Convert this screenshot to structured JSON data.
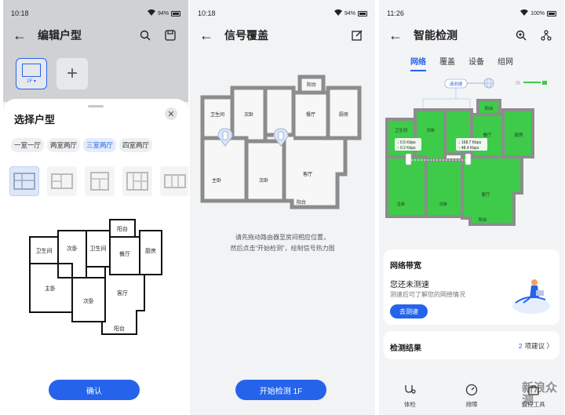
{
  "screen1": {
    "status": {
      "time": "10:18",
      "battery": "94%"
    },
    "title": "编辑户型",
    "layout_tile_label": "1F ▾",
    "sheet_title": "选择户型",
    "chips": [
      "一室一厅",
      "两室两厅",
      "三室两厅",
      "四室两厅"
    ],
    "active_chip": 2,
    "rooms": {
      "balcony_top": "阳台",
      "bath_left": "卫生间",
      "bedroom2_top": "次卧",
      "bath_mid": "卫生间",
      "dining": "餐厅",
      "kitchen": "厨房",
      "master": "主卧",
      "bedroom2_bottom": "次卧",
      "living": "客厅",
      "balcony_bottom": "阳台"
    },
    "confirm_label": "确认"
  },
  "screen2": {
    "status": {
      "time": "10:18",
      "battery": "94%"
    },
    "title": "信号覆盖",
    "rooms": {
      "balcony_top": "阳台",
      "bath": "卫生间",
      "bedroom_top": "次卧",
      "dining": "餐厅",
      "kitchen": "厨房",
      "master": "主卧",
      "bedroom_bottom": "次卧",
      "living": "客厅",
      "balcony_bottom": "阳台"
    },
    "hint_line1": "请先拖动路由器至房间相应位置，",
    "hint_line2": "然后点击“开始检测”，绘制信号热力图",
    "start_label": "开始检测 1F"
  },
  "screen3": {
    "status": {
      "time": "11:26",
      "battery": "100%"
    },
    "title": "智能检测",
    "tabs": [
      "网络",
      "覆盖",
      "设备",
      "组网"
    ],
    "active_tab": 0,
    "speed_test_bubble": "请测速",
    "router1": {
      "down": "0.5 Kbps",
      "up": "0.2 Kbps"
    },
    "router2": {
      "down": "168.7 Kbps",
      "up": "48.4 Kbps"
    },
    "rooms": {
      "balcony_top": "阳台",
      "bath": "卫生间",
      "bedroom_top": "次卧",
      "dining": "餐厅",
      "kitchen": "厨房",
      "master": "主卧",
      "bedroom_bottom": "次卧",
      "living": "客厅",
      "balcony_bottom": "阳台"
    },
    "legend_colors": [
      "#d9d9d9",
      "#3ecb4a"
    ],
    "bandwidth": {
      "title": "网络带宽",
      "heading": "您还未测速",
      "sub": "测速后可了解您的网络情况",
      "button": "去测速"
    },
    "results": {
      "title": "检测结果",
      "count": "2",
      "suffix": "项建议"
    },
    "nav": [
      "体检",
      "排障",
      "监控工具"
    ],
    "watermark": "新浪众测"
  },
  "colors": {
    "accent": "#2563eb",
    "heat": "#3ecb4a"
  }
}
